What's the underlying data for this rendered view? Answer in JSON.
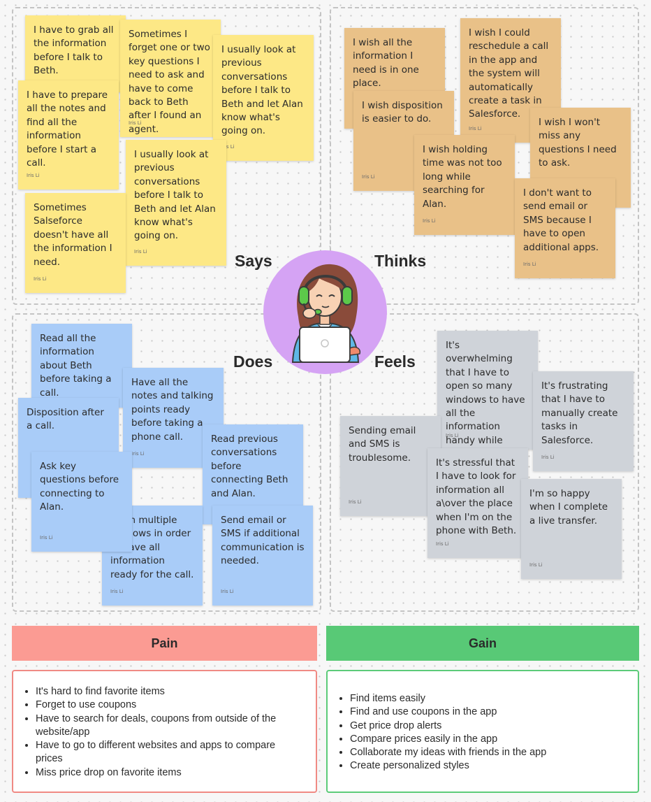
{
  "labels": {
    "says": "Says",
    "thinks": "Thinks",
    "does": "Does",
    "feels": "Feels"
  },
  "author": "Iris Li",
  "says": [
    "I have to grab all the information before I talk to Beth.",
    "Sometimes I forget one or two key questions I need to ask and have to come back to Beth after I found an agent.",
    "I usually look at previous conversations before I talk to Beth and let Alan know what's going on.",
    "I have to prepare all the notes and find all the information before I start a call.",
    "I usually look at previous conversations before I talk to Beth and let Alan know what's going on.",
    "Sometimes Salseforce doesn't have all the information I need."
  ],
  "thinks": [
    "I wish all the information I need is in one place.",
    "I wish I could reschedule a call in the app and the system will automatically create a task in Salesforce.",
    "I wish disposition is easier to do.",
    "I wish I won't miss any questions I need to ask.",
    "I wish holding time was not too long while searching for Alan.",
    "I don't want to send email or SMS because I have to open additional apps."
  ],
  "does": [
    "Read all the information about Beth before taking a call.",
    "Have all the notes and talking points ready before taking a phone call.",
    "Disposition after a call.",
    "Read previous conversations before connecting Beth and Alan.",
    "Ask key questions before connecting to Alan.",
    "Open multiple windows in order to have all information ready for the call.",
    "Send email or SMS if additional communication is needed."
  ],
  "feels": [
    "It's overwhelming that I have to open so many windows to have all the information handy while taking a call.",
    "It's frustrating that I have to manually create tasks in Salesforce.",
    "Sending email and SMS is troublesome.",
    "It's stressful that I have to look for information all a\\over the place when I'm on the phone with Beth.",
    "I'm so happy when I complete a live transfer."
  ],
  "pain": {
    "title": "Pain",
    "items": [
      "It's hard to find favorite items",
      "Forget to use coupons",
      "Have to search for deals, coupons from outside of the website/app",
      "Have to go to different websites and apps to compare prices",
      "Miss price drop on favorite items"
    ]
  },
  "gain": {
    "title": "Gain",
    "items": [
      "Find items easily",
      "Find and use coupons in the app",
      "Get price drop alerts",
      "Compare prices easily in the app",
      "Collaborate my ideas with friends in the app",
      "Create personalized styles"
    ]
  },
  "colors": {
    "says_note": "#fde886",
    "thinks_note": "#e9c188",
    "does_note": "#a9ccf8",
    "feels_note": "#cfd3d9",
    "pain_header": "#fb9b93",
    "pain_border": "#f08a84",
    "gain_header": "#58c976",
    "gain_border": "#5ccb79",
    "avatar_circle": "#d5a3f4"
  },
  "icons": {
    "avatar": "woman-with-headset-at-laptop-icon"
  }
}
